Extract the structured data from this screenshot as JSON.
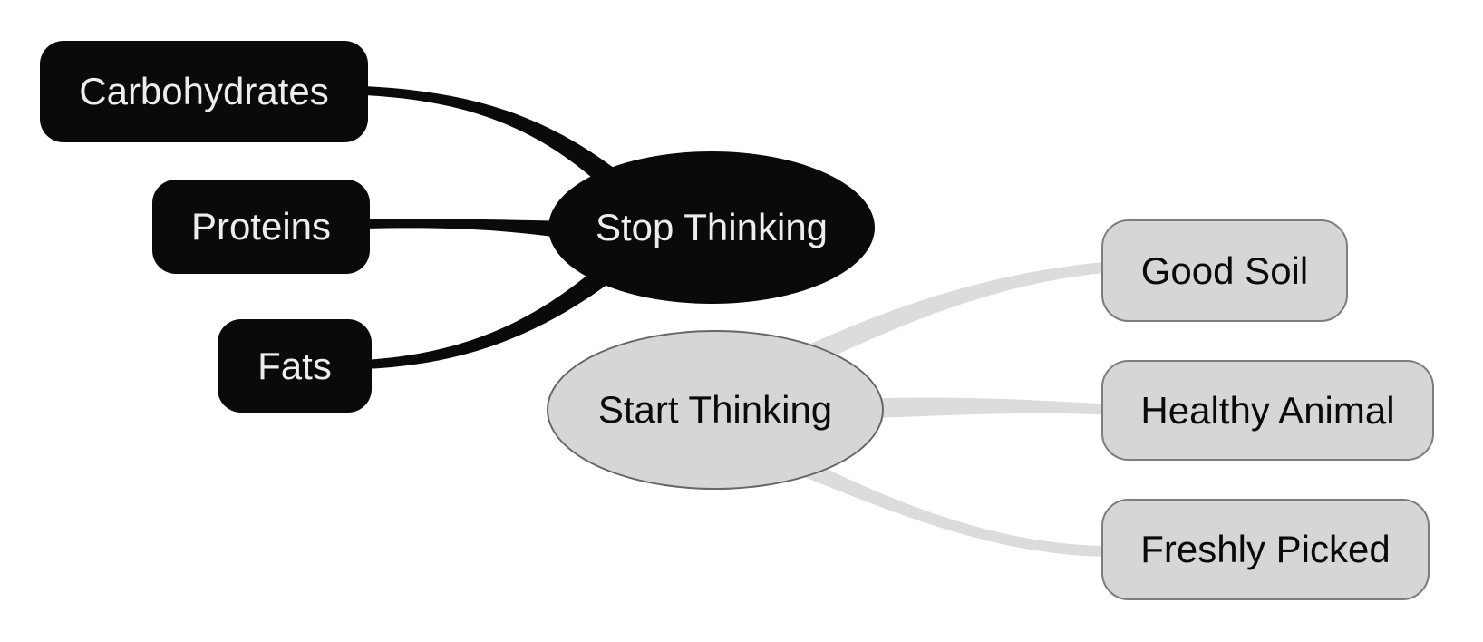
{
  "diagram": {
    "type": "mindmap",
    "hubs": {
      "stop": {
        "label": "Stop Thinking",
        "style": "black-filled-ellipse"
      },
      "start": {
        "label": "Start Thinking",
        "style": "gray-filled-ellipse"
      }
    },
    "left_nodes": [
      {
        "label": "Carbohydrates"
      },
      {
        "label": "Proteins"
      },
      {
        "label": "Fats"
      }
    ],
    "right_nodes": [
      {
        "label": "Good Soil"
      },
      {
        "label": "Healthy Animal"
      },
      {
        "label": "Freshly Picked"
      }
    ],
    "edges": [
      {
        "from": "Stop Thinking",
        "to": "Carbohydrates",
        "color": "black"
      },
      {
        "from": "Stop Thinking",
        "to": "Proteins",
        "color": "black"
      },
      {
        "from": "Stop Thinking",
        "to": "Fats",
        "color": "black"
      },
      {
        "from": "Start Thinking",
        "to": "Good Soil",
        "color": "gray"
      },
      {
        "from": "Start Thinking",
        "to": "Healthy Animal",
        "color": "gray"
      },
      {
        "from": "Start Thinking",
        "to": "Freshly Picked",
        "color": "gray"
      }
    ],
    "colors": {
      "background": "#ffffff",
      "node_black_fill": "#0a0a0a",
      "node_black_text": "#ededed",
      "node_gray_fill": "#d6d6d6",
      "node_gray_border": "#7d7d7d",
      "hub_gray_border": "#666666",
      "node_gray_text": "#0a0a0a",
      "edge_black": "#0a0a0a",
      "edge_gray": "#dcdcdc"
    }
  }
}
